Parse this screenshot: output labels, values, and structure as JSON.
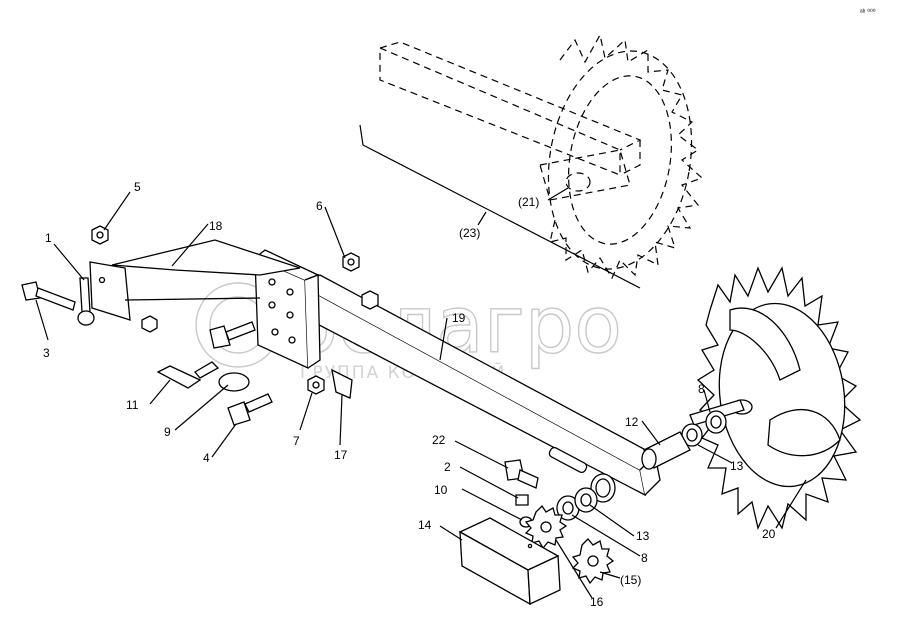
{
  "watermark": {
    "brand": "белагро",
    "tagline": "ГРУППА КОМПАНИЙ"
  },
  "corner_code": "ᵃᵇ ⁰⁰⁰",
  "labels": {
    "p1": "1",
    "p2": "2",
    "p3": "3",
    "p4": "4",
    "p5": "5",
    "p6": "6",
    "p7": "7",
    "p8a": "8",
    "p8b": "8",
    "p9": "9",
    "p10": "10",
    "p11": "11",
    "p12": "12",
    "p13a": "13",
    "p13b": "13",
    "p14": "14",
    "p15": "(15)",
    "p16": "16",
    "p17": "17",
    "p18": "18",
    "p19": "19",
    "p20": "20",
    "p21": "(21)",
    "p22": "22",
    "p23": "(23)"
  }
}
